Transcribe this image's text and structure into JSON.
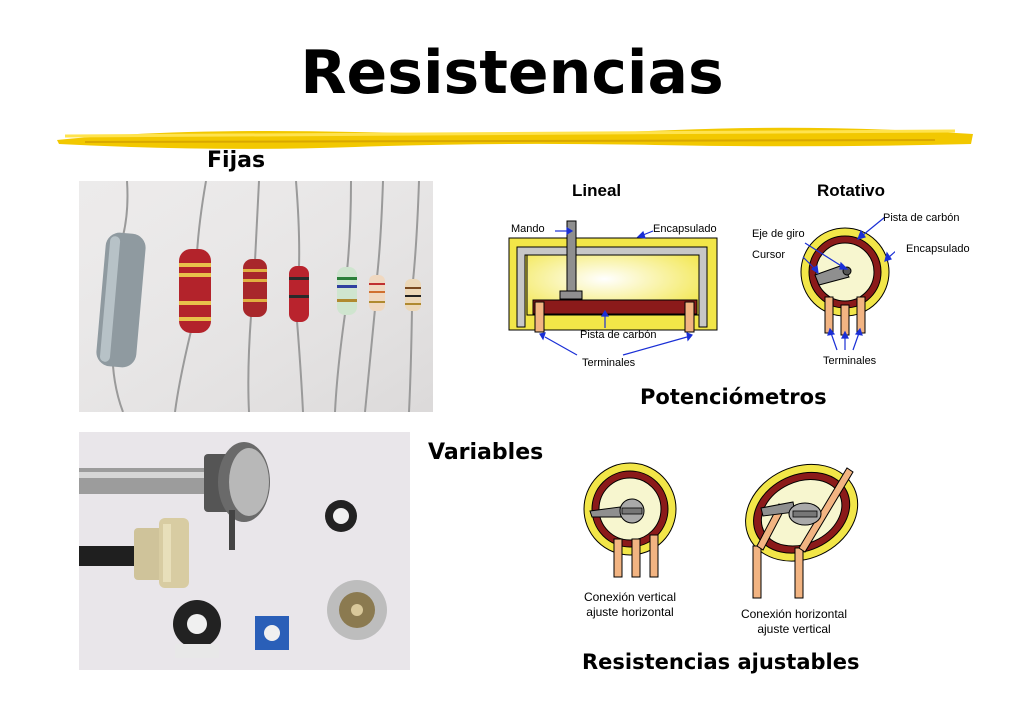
{
  "title": "Resistencias",
  "sections": {
    "fijas": "Fijas",
    "variables": "Variables",
    "potenciometros": "Potenciómetros",
    "ajustables": "Resistencias ajustables"
  },
  "potentiometers": {
    "lineal": {
      "header": "Lineal",
      "mando": "Mando",
      "encapsulado": "Encapsulado",
      "pista": "Pista de carbón",
      "terminales": "Terminales"
    },
    "rotativo": {
      "header": "Rotativo",
      "pista": "Pista de carbón",
      "eje": "Eje de giro",
      "cursor": "Cursor",
      "encapsulado": "Encapsulado",
      "terminales": "Terminales"
    }
  },
  "trimmers": {
    "vertical": {
      "line1": "Conexión vertical",
      "line2": "ajuste horizontal"
    },
    "horizontal": {
      "line1": "Conexión horizontal",
      "line2": "ajuste vertical"
    }
  },
  "colors": {
    "brush": "#f2c800",
    "yellow": "#f5ec5a",
    "maroon": "#8b1a1a",
    "gray": "#c7c7c7",
    "terminal": "#f2b482"
  }
}
